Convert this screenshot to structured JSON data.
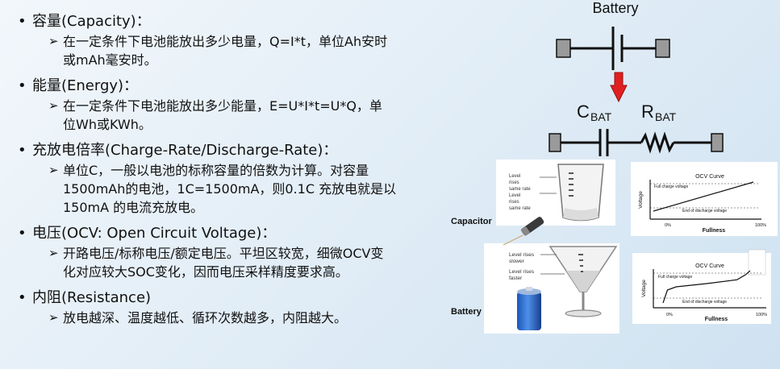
{
  "bullets": [
    {
      "title": "容量(Capacity)：",
      "detail": "在一定条件下电池能放出多少电量，Q=I*t，单位Ah安时或mAh毫安时。",
      "detail_lines": [
        "在一定条件下电池能放出多少电量，Q=I*t，单位Ah安时",
        "或mAh毫安时。"
      ]
    },
    {
      "title": "能量(Energy)：",
      "detail_lines": [
        "在一定条件下电池能放出多少能量，E=U*I*t=U*Q，单",
        "位Wh或KWh。"
      ]
    },
    {
      "title": "充放电倍率(Charge-Rate/Discharge-Rate)：",
      "detail_lines": [
        "单位C，一般以电池的标称容量的倍数为计算。对容量",
        "1500mAh的电池，1C=1500mA，则0.1C 充放电就是以",
        "150mA 的电流充放电。"
      ]
    },
    {
      "title": "电压(OCV: Open Circuit Voltage)：",
      "detail_lines": [
        "开路电压/标称电压/额定电压。平坦区较宽，细微OCV变",
        "化对应较大SOC变化，因而电压采样精度要求高。"
      ]
    },
    {
      "title": "内阻(Resistance)",
      "detail_lines": [
        "放电越深、温度越低、循环次数越多，内阻越大。"
      ]
    }
  ],
  "diagram": {
    "battery_label": "Battery",
    "cbat_main": "C",
    "cbat_sub": "BAT",
    "rbat_main": "R",
    "rbat_sub": "BAT"
  },
  "analogy": {
    "capacitor_label": "Capacitor",
    "battery_label": "Battery",
    "glass1_a": "Level",
    "glass1_b": "rises",
    "glass1_c": "same rate",
    "glass1_d": "Level",
    "glass1_e": "rises",
    "glass1_f": "same rate",
    "glass2_a": "Level rises",
    "glass2_b": "slower",
    "glass2_c": "Level rises",
    "glass2_d": "faster"
  },
  "chart_data": [
    {
      "type": "line",
      "title": "OCV Curve",
      "xlabel": "Fullness",
      "ylabel": "Voltage",
      "x_ticks": [
        "0%",
        "100%"
      ],
      "annotations": [
        "Full charge voltage",
        "End of discharge voltage"
      ],
      "series": [
        {
          "x": [
            0,
            100
          ],
          "y": [
            0,
            100
          ]
        }
      ]
    },
    {
      "type": "line",
      "title": "OCV Curve",
      "xlabel": "Fullness",
      "ylabel": "Voltage",
      "x_ticks": [
        "0%",
        "100%"
      ],
      "annotations": [
        "Full charge voltage",
        "End of discharge voltage"
      ],
      "series": [
        {
          "x": [
            0,
            5,
            15,
            50,
            85,
            95,
            100
          ],
          "y": [
            0,
            40,
            50,
            60,
            72,
            88,
            100
          ]
        }
      ]
    }
  ]
}
